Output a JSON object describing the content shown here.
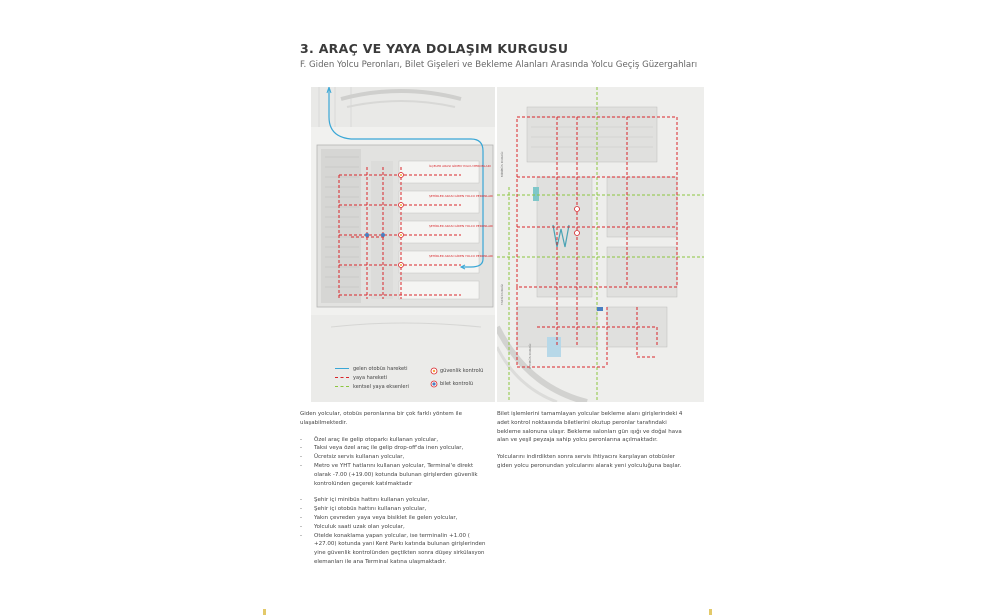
{
  "heading": {
    "title": "3. ARAÇ VE YAYA DOLAŞIM KURGUSU",
    "subtitle": "F. Giden Yolcu Peronları, Bilet Gişeleri ve Bekleme Alanları Arasında Yolcu Geçiş Güzergahları"
  },
  "colors": {
    "bus": "#3aa7d6",
    "pedestrian": "#d9252a",
    "green_axis": "#8cc63f",
    "ticket": "#4a7fc1"
  },
  "left_plan": {
    "labels": [
      "İLÇELER ARASI GİDEN YOLCU PERONLARI",
      "ŞEHİRLER ARASI GİDEN YOLCU PERONLARI",
      "ŞEHİRLER ARASI GİDEN YOLCU PERONLARI",
      "ŞEHİRLER ARASI GİDEN YOLCU PERONLARI"
    ]
  },
  "right_plan": {
    "labels": [
      "MİNİBÜS DURAĞI",
      "TAKSİ DURAĞI",
      "OTOBÜS DURAĞI"
    ]
  },
  "legend": {
    "bus": "gelen otobüs hareketi",
    "pedestrian": "yaya hareketi",
    "green_axis": "kentsel yaya eksenleri",
    "security": "güvenlik kontrolü",
    "ticket": "bilet kontrolü"
  },
  "left_text": {
    "intro": "Giden yolcular, otobüs peronlarına bir çok farklı yöntem ile ulaşabilmektedir.",
    "group1": [
      "Özel araç ile gelip otoparkı kullanan yolcular,",
      "Taksi veya özel araç ile gelip drop-off'da inen yolcular,",
      "Ücretsiz servis kullanan yolcular,",
      "Metro ve YHT hatlarını kullanan yolcular, Terminal'e direkt olarak -7.00 (+19.00) kotunda bulunan girişlerden güvenlik kontrolünden geçerek katılmaktadır"
    ],
    "group2": [
      "Şehir içi minibüs hattını kullanan yolcular,",
      "Şehir içi otobüs hattını kullanan yolcular,",
      "Yakın çevreden yaya veya bisiklet ile gelen yolcular,",
      "Yolculuk saati uzak olan yolcular,",
      "Otelde konaklama yapan yolcular, ise terminalin +1.00 ( +27.00) kotunda yani Kent Parkı katında bulunan girişlerinden yine güvenlik kontrolünden geçtikten sonra düşey sirkülasyon elemanları ile ana Terminal katına ulaşmaktadır."
    ]
  },
  "right_text": {
    "p1": "Bilet işlemlerini tamamlayan yolcular bekleme alanı girişlerindeki 4 adet kontrol noktasında biletlerini okutup peronlar tarafındaki bekleme salonuna ulaşır. Bekleme salonları gün ışığı ve doğal hava alan ve yeşil peyzaja sahip yolcu peronlarına açılmaktadır.",
    "p2": "Yolcularını indirdikten sonra servis ihtiyacını karşılayan otobüsler giden yolcu peronundan yolcularını alarak yeni yolculuğuna başlar."
  }
}
